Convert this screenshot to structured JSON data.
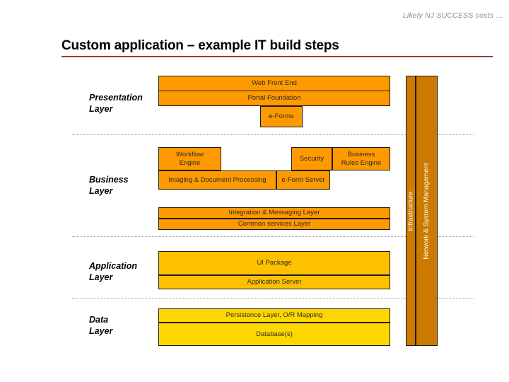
{
  "header": {
    "note": "Likely NJ SUCCESS costs …"
  },
  "title": {
    "text": "Custom application – example IT build steps",
    "rule_color": "#9e3b38"
  },
  "colors": {
    "orange": "#ff9900",
    "amber": "#ffc000",
    "gold": "#ffd700",
    "vertical_bar": "#cc7a00",
    "separator": "#9a9a9a"
  },
  "layers": [
    {
      "label": "Presentation\nLayer",
      "boxes": [
        {
          "name": "web-front-end",
          "text": "Web Front End"
        },
        {
          "name": "portal-foundation",
          "text": "Portal Foundation"
        },
        {
          "name": "e-forms",
          "text": "e-Forms"
        }
      ]
    },
    {
      "label": "Business\nLayer",
      "boxes": [
        {
          "name": "workflow-engine",
          "text": "Workflow\nEngine"
        },
        {
          "name": "security",
          "text": "Security"
        },
        {
          "name": "business-rules-engine",
          "text": "Business\nRules Engine"
        },
        {
          "name": "imaging-document-processing",
          "text": "Imaging & Document Processing"
        },
        {
          "name": "e-form-server",
          "text": "e-Form Server"
        },
        {
          "name": "integration-messaging-layer",
          "text": "Integration & Messaging Layer"
        },
        {
          "name": "common-services-layer",
          "text": "Common services Layer"
        }
      ]
    },
    {
      "label": "Application\nLayer",
      "boxes": [
        {
          "name": "ui-package",
          "text": "UI Package"
        },
        {
          "name": "application-server",
          "text": "Application Server"
        }
      ]
    },
    {
      "label": "Data\nLayer",
      "boxes": [
        {
          "name": "persistence-layer",
          "text": "Persistence Layer, O/R Mapping"
        },
        {
          "name": "databases",
          "text": "Database(s)"
        }
      ]
    }
  ],
  "vertical_bars": [
    {
      "name": "infrastructure",
      "text": "Infrastructure"
    },
    {
      "name": "network-system-management",
      "text": "Network & System Management"
    }
  ]
}
